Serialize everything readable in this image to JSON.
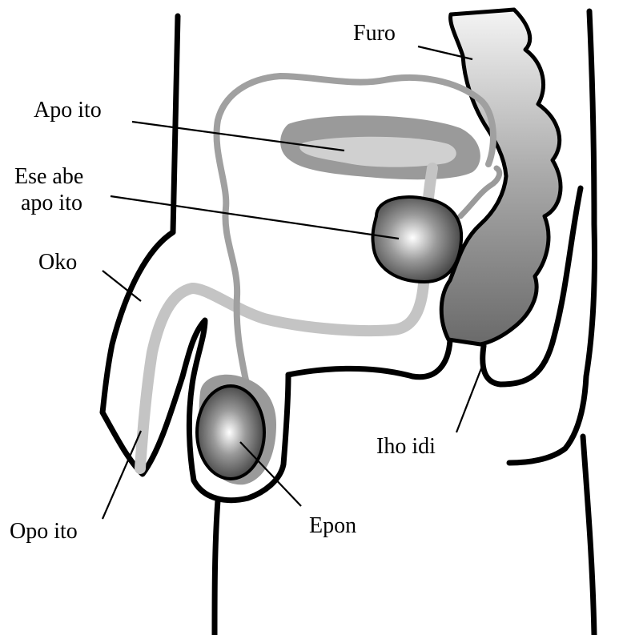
{
  "labels": {
    "furo": "Furo",
    "apo_ito": "Apo ito",
    "ese_abe_line1": "Ese abe",
    "ese_abe_line2": "apo ito",
    "oko": "Oko",
    "iho_idi": "Iho idi",
    "opo_ito": "Opo ito",
    "epon": "Epon"
  },
  "colors": {
    "outline": "#000000",
    "light_gray": "#c4c4c4",
    "medium_gray": "#9a9a9a",
    "dark_gray": "#555555"
  }
}
